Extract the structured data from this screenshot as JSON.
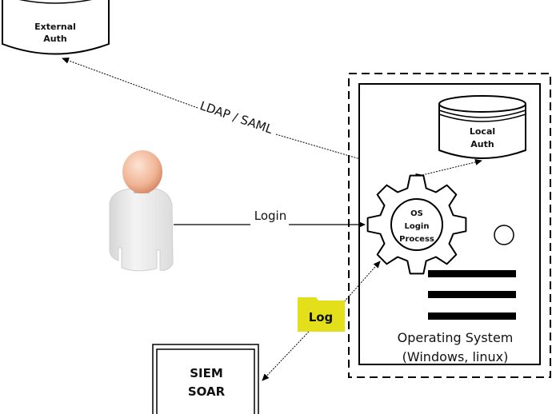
{
  "nodes": {
    "external_auth": {
      "line1": "External",
      "line2": "Auth"
    },
    "local_auth": {
      "line1": "Local",
      "line2": "Auth"
    },
    "os_login": {
      "line1": "OS",
      "line2": "Login",
      "line3": "Process"
    },
    "operating_system": {
      "line1": "Operating System",
      "line2": "(Windows, linux)"
    },
    "siem": {
      "line1": "SIEM",
      "line2": "SOAR"
    },
    "log": {
      "label": "Log",
      "color": "#e3df1a"
    },
    "user": {
      "icon": "user-icon"
    }
  },
  "edges": {
    "ldap": {
      "label": "LDAP / SAML"
    },
    "login": {
      "label": "Login"
    }
  }
}
